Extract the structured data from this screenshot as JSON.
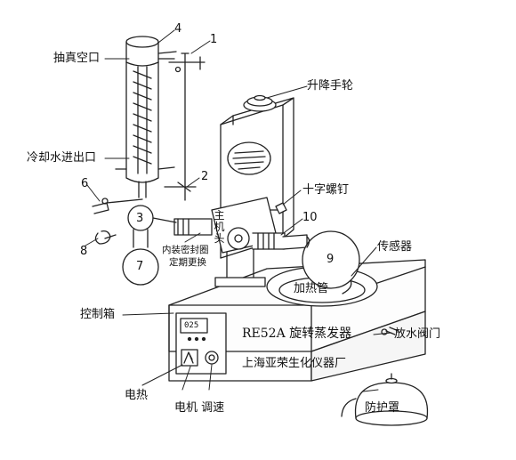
{
  "labels": {
    "vacuum_port": "抽真空口",
    "cooling_water": "冷却水进出口",
    "lift_wheel": "升降手轮",
    "cross_screw": "十字螺钉",
    "sensor": "传感器",
    "drain_valve": "放水阀门",
    "shield": "防护罩",
    "control_box": "控制箱",
    "heating": "电热",
    "motor_speed": "电机 调速",
    "seal_note_1": "内装密封圈",
    "seal_note_2": "定期更换",
    "main_head": [
      "主",
      "机",
      "头"
    ],
    "heating_bath": "加热管",
    "model": "RE52A 旋转蒸发器",
    "maker": "上海亚荣生化仪器厂",
    "display": "025"
  },
  "numbers": {
    "n1": "1",
    "n2": "2",
    "n3": "3",
    "n4": "4",
    "n6": "6",
    "n7": "7",
    "n8": "8",
    "n9": "9",
    "n10": "10"
  }
}
